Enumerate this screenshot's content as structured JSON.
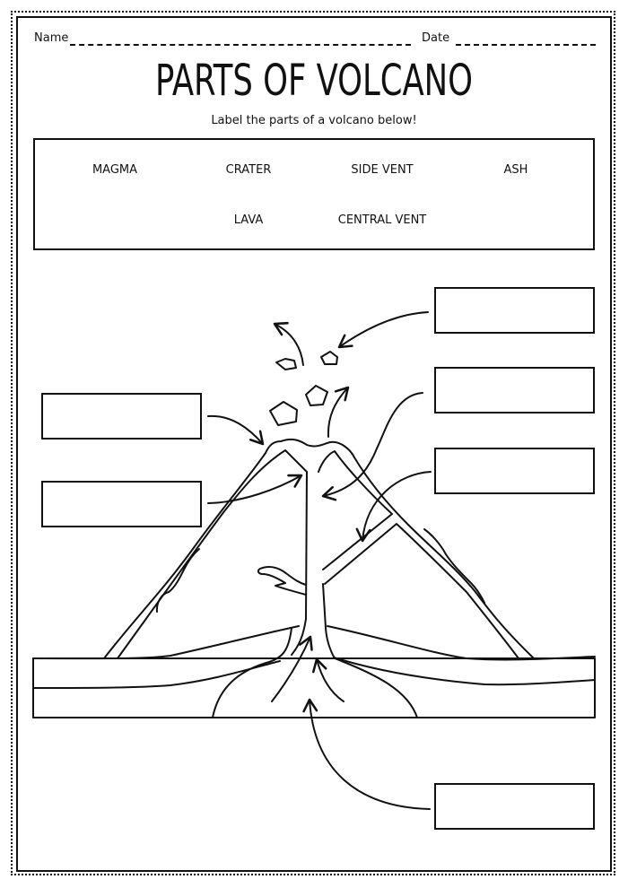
{
  "header": {
    "name_label": "Name",
    "date_label": "Date"
  },
  "title": "PARTS OF VOLCANO",
  "subtitle": "Label the parts of a volcano below!",
  "word_bank": {
    "words": [
      "MAGMA",
      "CRATER",
      "SIDE VENT",
      "ASH",
      "LAVA",
      "CENTRAL VENT"
    ]
  },
  "answer_boxes": [
    {
      "id": "right-top",
      "value": ""
    },
    {
      "id": "right-middle",
      "value": ""
    },
    {
      "id": "right-lower",
      "value": ""
    },
    {
      "id": "left-top",
      "value": ""
    },
    {
      "id": "left-bottom",
      "value": ""
    },
    {
      "id": "bottom-right",
      "value": ""
    }
  ],
  "colors": {
    "ink": "#111111",
    "paper": "#ffffff"
  }
}
